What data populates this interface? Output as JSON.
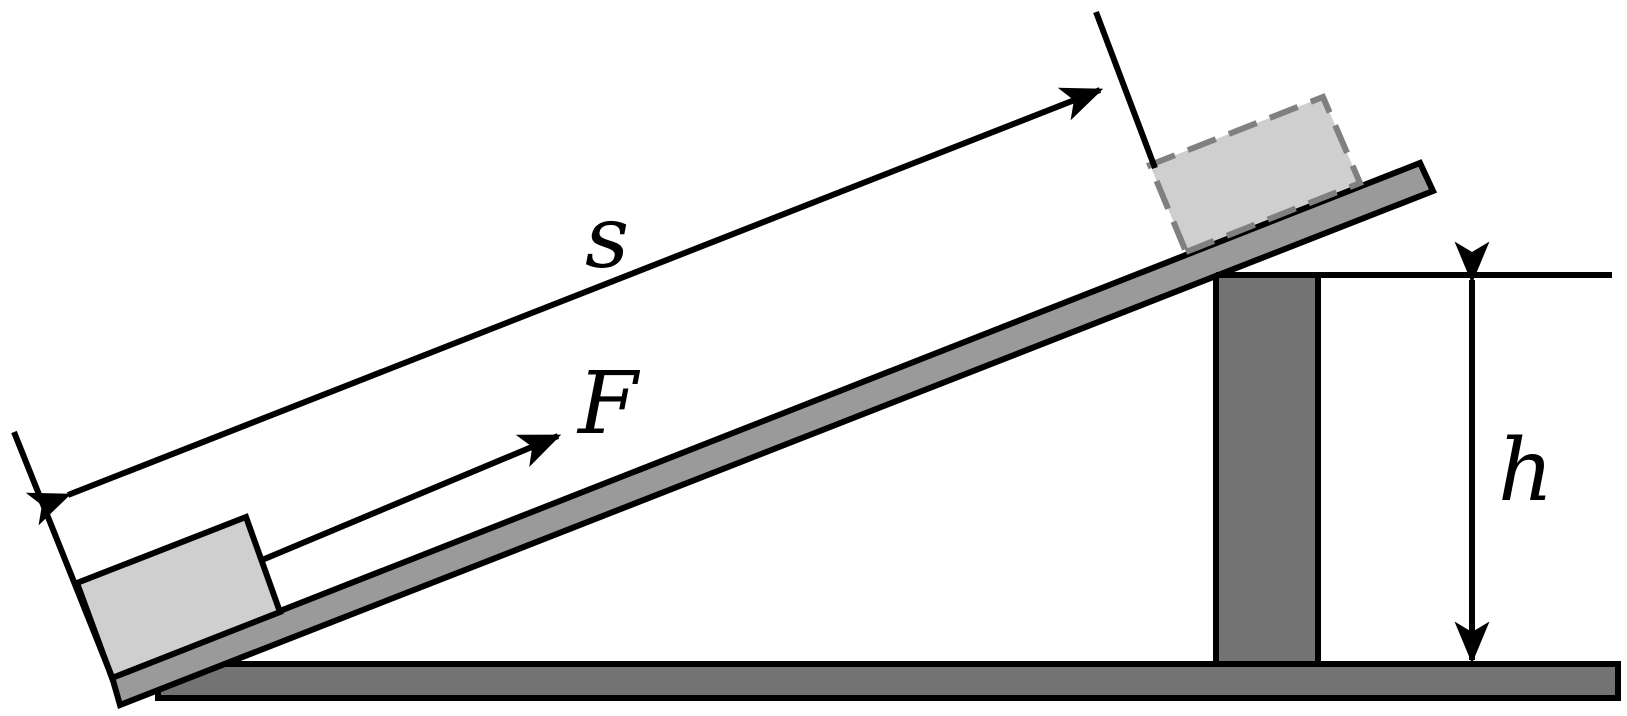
{
  "labels": {
    "distance": "s",
    "force": "F",
    "height": "h"
  },
  "colors": {
    "outline": "#000000",
    "incline_fill": "#9a9a9a",
    "support_fill": "#737373",
    "block_fill": "#cfcfcf",
    "block_dashed_outline": "#808080"
  }
}
